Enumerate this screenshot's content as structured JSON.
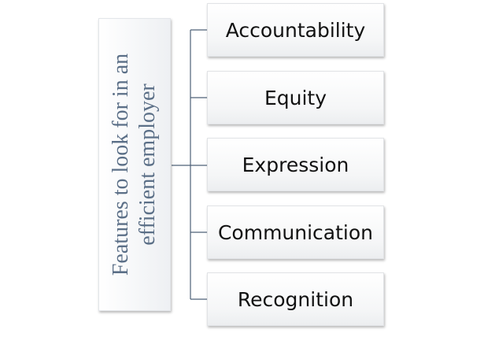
{
  "diagram": {
    "root": {
      "label": "Features to look for in an efficient employer"
    },
    "children": [
      {
        "label": "Accountability"
      },
      {
        "label": "Equity"
      },
      {
        "label": "Expression"
      },
      {
        "label": "Communication"
      },
      {
        "label": "Recognition"
      }
    ],
    "colors": {
      "root_text": "#5b6f87",
      "connector": "#4e6177",
      "child_text": "#111111"
    }
  }
}
